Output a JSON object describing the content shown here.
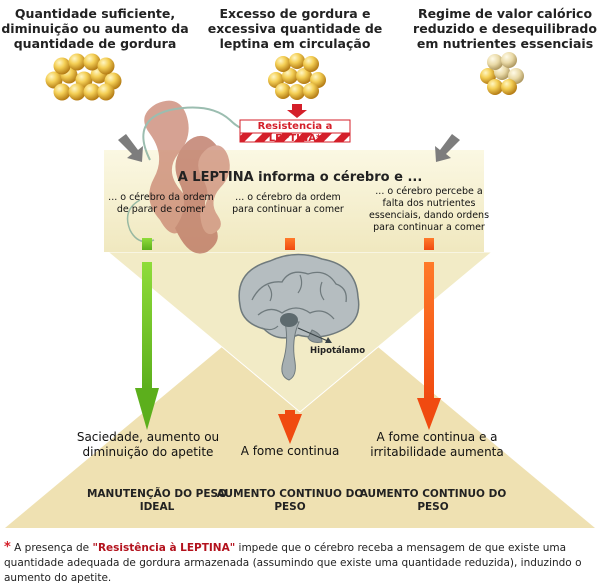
{
  "scenarios": [
    {
      "label": "Quantidade suficiente, diminuição ou aumento da quantidade de gordura",
      "message": "... o cérebro da ordem de parar de comer",
      "outcome": "Saciedade, aumento ou diminuição do apetite",
      "result": "MANUTENÇÃO DO PESO IDEAL"
    },
    {
      "label": "Excesso de gordura e excessiva quantidade de leptina em circulação",
      "message": "... o cérebro da ordem para continuar a comer",
      "outcome": "A fome continua",
      "result": "AUMENTO CONTINUO DO PESO"
    },
    {
      "label": "Regime de valor calórico reduzido e desequilibrado em nutrientes essenciais",
      "message": "... o cérebro percebe a falta dos nutrientes essenciais, dando ordens para continuar a comer",
      "outcome": "A fome continua e a irritabilidade aumenta",
      "result": "AUMENTO CONTINUO DO PESO"
    }
  ],
  "resistance_label": "Resistencia a LEPTINA*",
  "central_title": "A LEPTINA informa o cérebro e ...",
  "brain_label": "Hipotálamo",
  "footnote": {
    "star": "*",
    "before": " A presença de ",
    "highlight": "\"Resistência à LEPTINA\"",
    "after": " impede que o cérebro receba a mensagem de que existe uma quantidade adequada de gordura armazenada (assumindo que existe uma quantidade reduzida), induzindo o aumento do apetite."
  },
  "colors": {
    "band": "#f4efc8",
    "triangle": "#efe3b4",
    "arrow_green": "#7ccd2e",
    "arrow_orange": "#ff5a1c",
    "resistance_red": "#d41f2a"
  }
}
